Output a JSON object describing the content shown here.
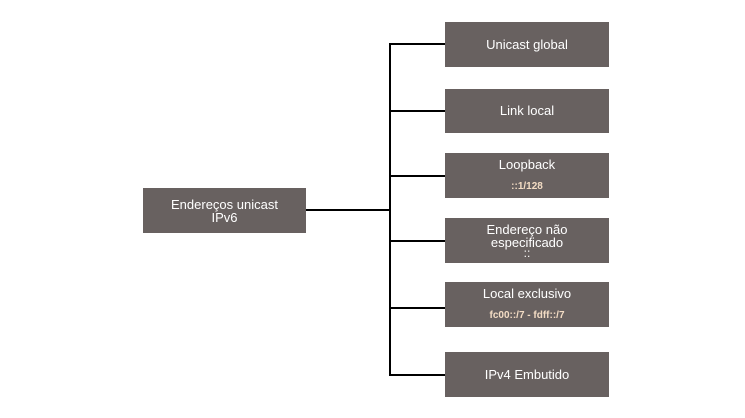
{
  "root": {
    "line1": "Endereços unicast",
    "line2": "IPv6"
  },
  "children": [
    {
      "title": "Unicast global"
    },
    {
      "title": "Link local"
    },
    {
      "title": "Loopback",
      "subtitle": "::1/128"
    },
    {
      "title_line1": "Endereço não",
      "title_line2": "especificado",
      "subtitle": "::"
    },
    {
      "title": "Local exclusivo",
      "subtitle": "fc00::/7 - fdff::/7"
    },
    {
      "title": "IPv4 Embutido"
    }
  ],
  "colors": {
    "box_fill": "#686160",
    "box_text": "#ffffff",
    "range_text": "#f3dcc4",
    "connector": "#000000"
  }
}
